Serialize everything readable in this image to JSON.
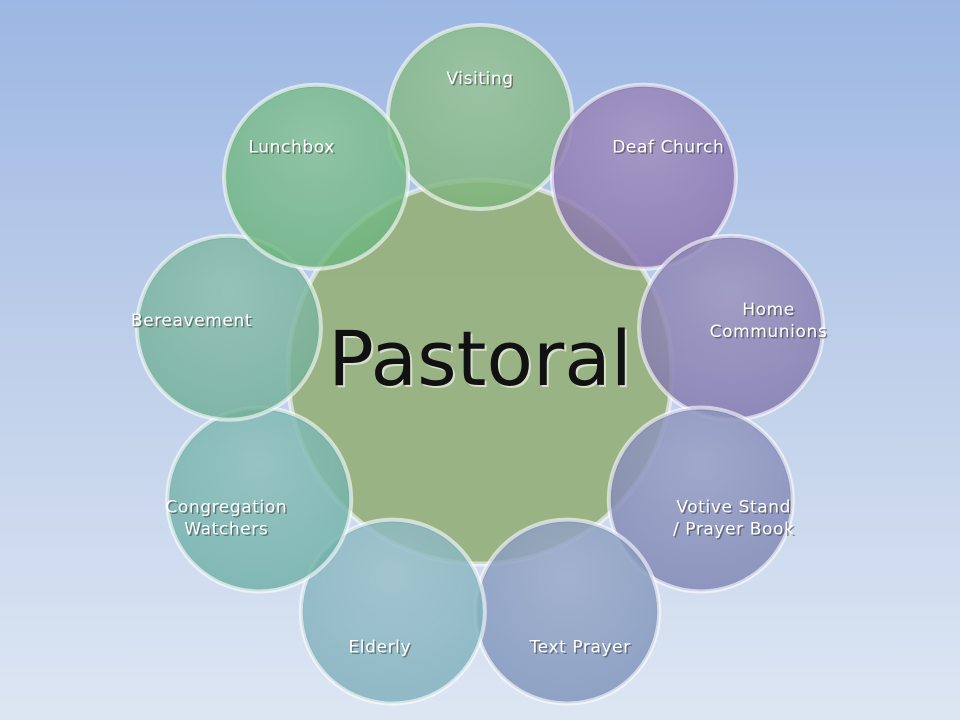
{
  "diagram": {
    "center": {
      "label": "Pastoral",
      "color": "#97b17e"
    },
    "satellites": [
      {
        "lines": [
          "Visiting"
        ],
        "color": "#7fb57c"
      },
      {
        "lines": [
          "Deaf Church"
        ],
        "color": "#8a74ad"
      },
      {
        "lines": [
          "Home",
          "Communions"
        ],
        "color": "#8379ad"
      },
      {
        "lines": [
          "Votive Stand",
          "/ Prayer Book"
        ],
        "color": "#7f86b4"
      },
      {
        "lines": [
          "Text Prayer"
        ],
        "color": "#7f94ba"
      },
      {
        "lines": [
          "Elderly"
        ],
        "color": "#7fb0bb"
      },
      {
        "lines": [
          "Congregation",
          "Watchers"
        ],
        "color": "#6fb0a8"
      },
      {
        "lines": [
          "Bereavement"
        ],
        "color": "#71b098"
      },
      {
        "lines": [
          "Lunchbox"
        ],
        "color": "#6cb47e"
      }
    ]
  }
}
